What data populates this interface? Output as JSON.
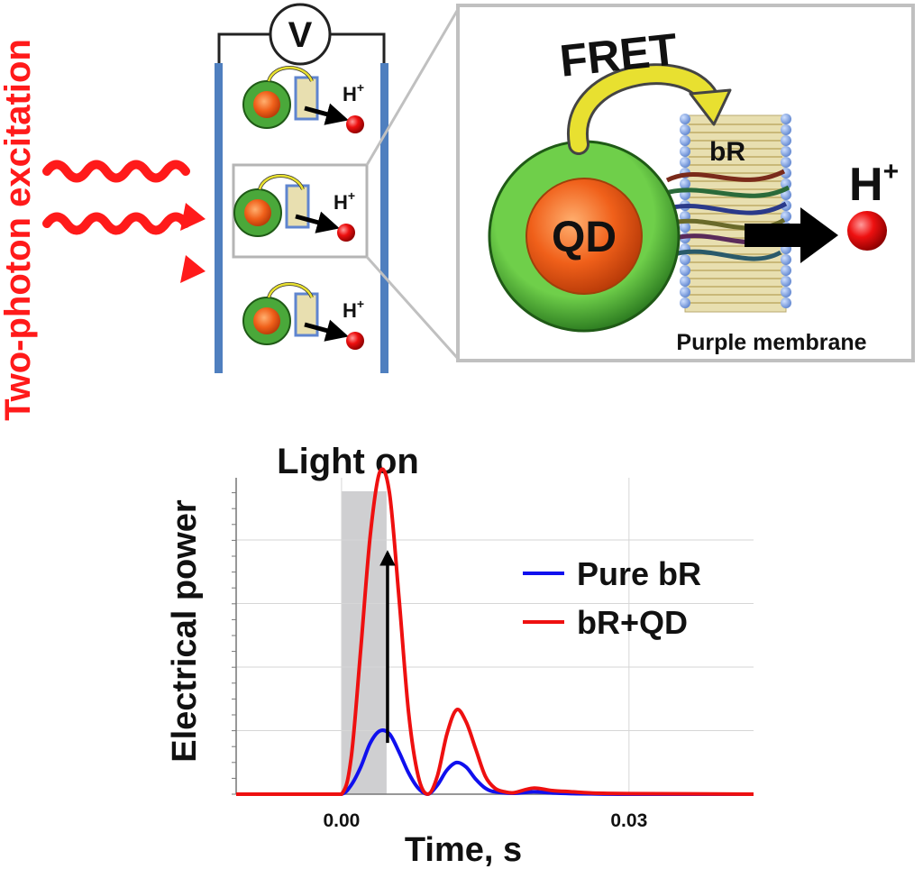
{
  "side_label": "Two-photon excitation",
  "voltmeter_symbol": "V",
  "cells": [
    {
      "ion": "H",
      "charge": "+"
    },
    {
      "ion": "H",
      "charge": "+"
    },
    {
      "ion": "H",
      "charge": "+"
    }
  ],
  "zoom": {
    "fret_label": "FRET",
    "qd_label": "QD",
    "br_label": "bR",
    "ion": "H",
    "charge": "+",
    "membrane_label": "Purple membrane"
  },
  "colors": {
    "excitation": "#ff1a1a",
    "electrode": "#4f7fbf",
    "qd_shell": "#3a9a2a",
    "qd_core": "#f0601a",
    "proton": "#e00000",
    "pure_br": "#1010ee",
    "br_qd": "#ee1010",
    "light_on_band": "#cfcfd1"
  },
  "chart_data": {
    "type": "line",
    "title": "",
    "xlabel": "Time, s",
    "ylabel": "Electrical power",
    "xlim": [
      -0.011,
      0.043
    ],
    "ylim": [
      0,
      1.05
    ],
    "xticks": [
      0.0,
      0.03
    ],
    "xtick_labels": [
      "0.00",
      "0.03"
    ],
    "grid": true,
    "legend_position": "right",
    "annotation": {
      "text": "Light on",
      "x_range": [
        0.0,
        0.0047
      ]
    },
    "series": [
      {
        "name": "Pure bR",
        "color": "#1010ee",
        "x": [
          -0.011,
          -0.002,
          0.0,
          0.001,
          0.002,
          0.003,
          0.004,
          0.005,
          0.006,
          0.007,
          0.008,
          0.009,
          0.01,
          0.011,
          0.012,
          0.013,
          0.014,
          0.015,
          0.016,
          0.018,
          0.02,
          0.022,
          0.024,
          0.026,
          0.03,
          0.043
        ],
        "y": [
          0.0,
          0.0,
          0.0,
          0.03,
          0.09,
          0.17,
          0.21,
          0.2,
          0.14,
          0.07,
          0.02,
          0.0,
          0.03,
          0.08,
          0.105,
          0.09,
          0.05,
          0.02,
          0.008,
          0.003,
          0.008,
          0.004,
          0.002,
          0.001,
          0.0,
          0.0
        ]
      },
      {
        "name": "bR+QD",
        "color": "#ee1010",
        "x": [
          -0.011,
          -0.002,
          0.0,
          0.001,
          0.002,
          0.003,
          0.004,
          0.005,
          0.006,
          0.007,
          0.008,
          0.009,
          0.01,
          0.011,
          0.012,
          0.013,
          0.014,
          0.015,
          0.016,
          0.017,
          0.018,
          0.02,
          0.022,
          0.024,
          0.026,
          0.03,
          0.043
        ],
        "y": [
          0.0,
          0.0,
          0.0,
          0.12,
          0.48,
          0.86,
          1.07,
          1.0,
          0.65,
          0.27,
          0.06,
          0.0,
          0.06,
          0.2,
          0.28,
          0.24,
          0.15,
          0.06,
          0.02,
          0.008,
          0.005,
          0.02,
          0.012,
          0.008,
          0.004,
          0.002,
          0.0
        ]
      }
    ]
  }
}
